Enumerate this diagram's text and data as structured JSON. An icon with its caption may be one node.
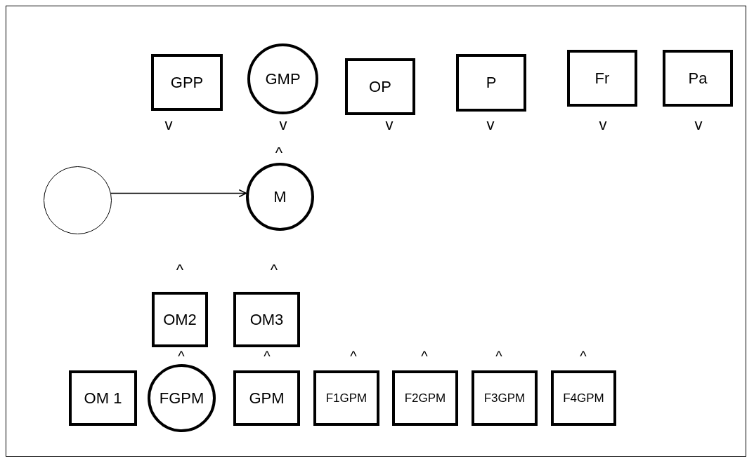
{
  "diagram": {
    "nodes": [
      {
        "text": [
          "GPP"
        ]
      },
      {
        "text": [
          "GMP"
        ]
      },
      {
        "text": [
          "OP"
        ]
      },
      {
        "text": [
          "P"
        ]
      },
      {
        "text": [
          "Fr"
        ]
      },
      {
        "text": [
          "Pa"
        ]
      },
      {
        "text": [],
        "shape": "circle"
      },
      {
        "text": [
          "M"
        ]
      },
      {
        "text": [
          "OM2"
        ]
      },
      {
        "text": [
          "OM3"
        ]
      },
      {
        "text": [
          "OM 1"
        ]
      },
      {
        "text": [
          "FGPM"
        ]
      },
      {
        "text": [
          "GPM"
        ]
      },
      {
        "text": [
          "F1GPM"
        ]
      },
      {
        "text": [
          "F2GPM"
        ]
      },
      {
        "text": [
          "F3GPM"
        ]
      },
      {
        "text": [
          "F4GPM"
        ]
      }
    ],
    "edges": [
      {
        "from": 6,
        "to": 7,
        "arrow": "to"
      }
    ],
    "labels": [
      "v",
      "v",
      "v",
      "v",
      "v",
      "v",
      "^",
      "^",
      "^",
      "^",
      "^",
      "^",
      "^",
      "^",
      "^"
    ]
  }
}
